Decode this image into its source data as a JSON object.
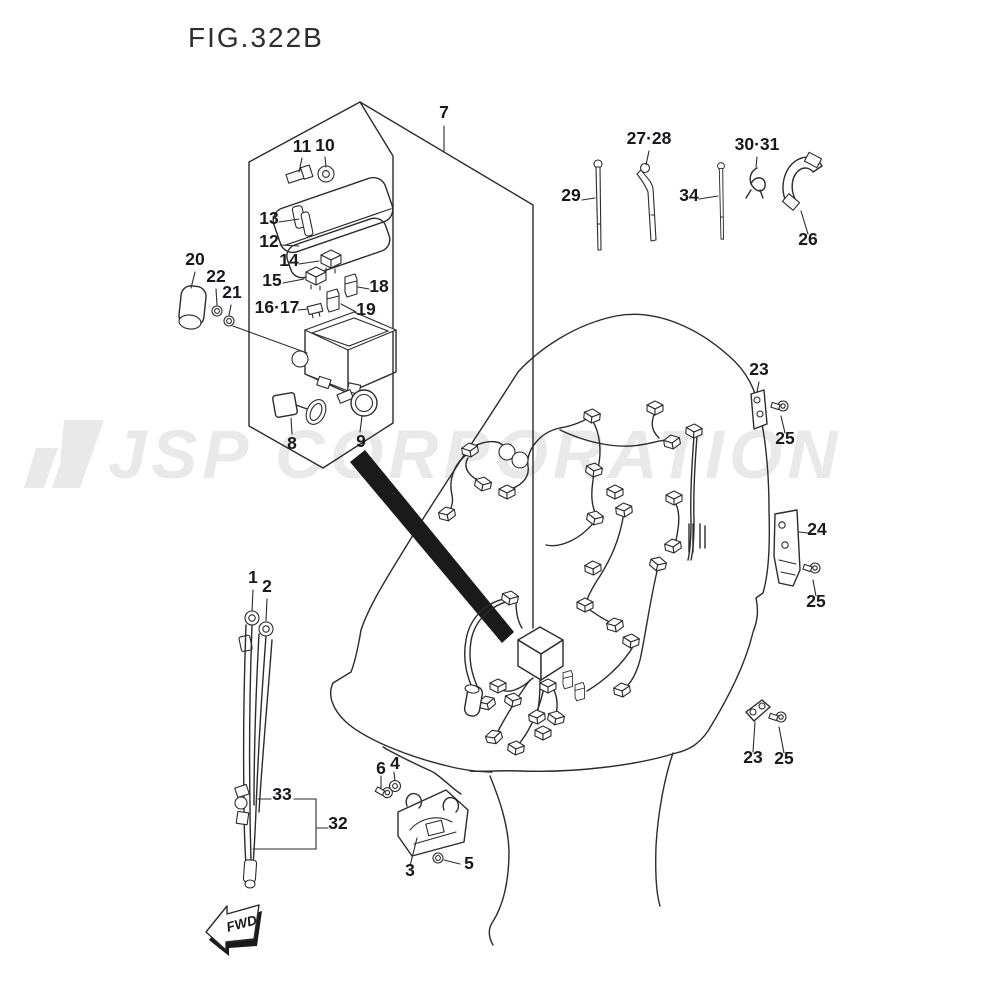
{
  "figure": {
    "title": "FIG.322B"
  },
  "watermark": {
    "text": "JSP CORPORATION"
  },
  "direction_arrow": {
    "label": "FWD"
  },
  "colors": {
    "line": "#2b2b2b",
    "label": "#181820",
    "watermark": "#e9e9e9",
    "background": "#ffffff",
    "arrow_fill": "#1a1a1a"
  },
  "callouts": [
    {
      "label": "7"
    },
    {
      "label": "11"
    },
    {
      "label": "10"
    },
    {
      "label": "13"
    },
    {
      "label": "12"
    },
    {
      "label": "14"
    },
    {
      "label": "15"
    },
    {
      "label": "18"
    },
    {
      "label": "16·17"
    },
    {
      "label": "19"
    },
    {
      "label": "8"
    },
    {
      "label": "9"
    },
    {
      "label": "20"
    },
    {
      "label": "22"
    },
    {
      "label": "21"
    },
    {
      "label": "29"
    },
    {
      "label": "27·28"
    },
    {
      "label": "34"
    },
    {
      "label": "30·31"
    },
    {
      "label": "26"
    },
    {
      "label": "23"
    },
    {
      "label": "25"
    },
    {
      "label": "24"
    },
    {
      "label": "25"
    },
    {
      "label": "23"
    },
    {
      "label": "25"
    },
    {
      "label": "1"
    },
    {
      "label": "2"
    },
    {
      "label": "33"
    },
    {
      "label": "32"
    },
    {
      "label": "6"
    },
    {
      "label": "4"
    },
    {
      "label": "3"
    },
    {
      "label": "5"
    }
  ]
}
